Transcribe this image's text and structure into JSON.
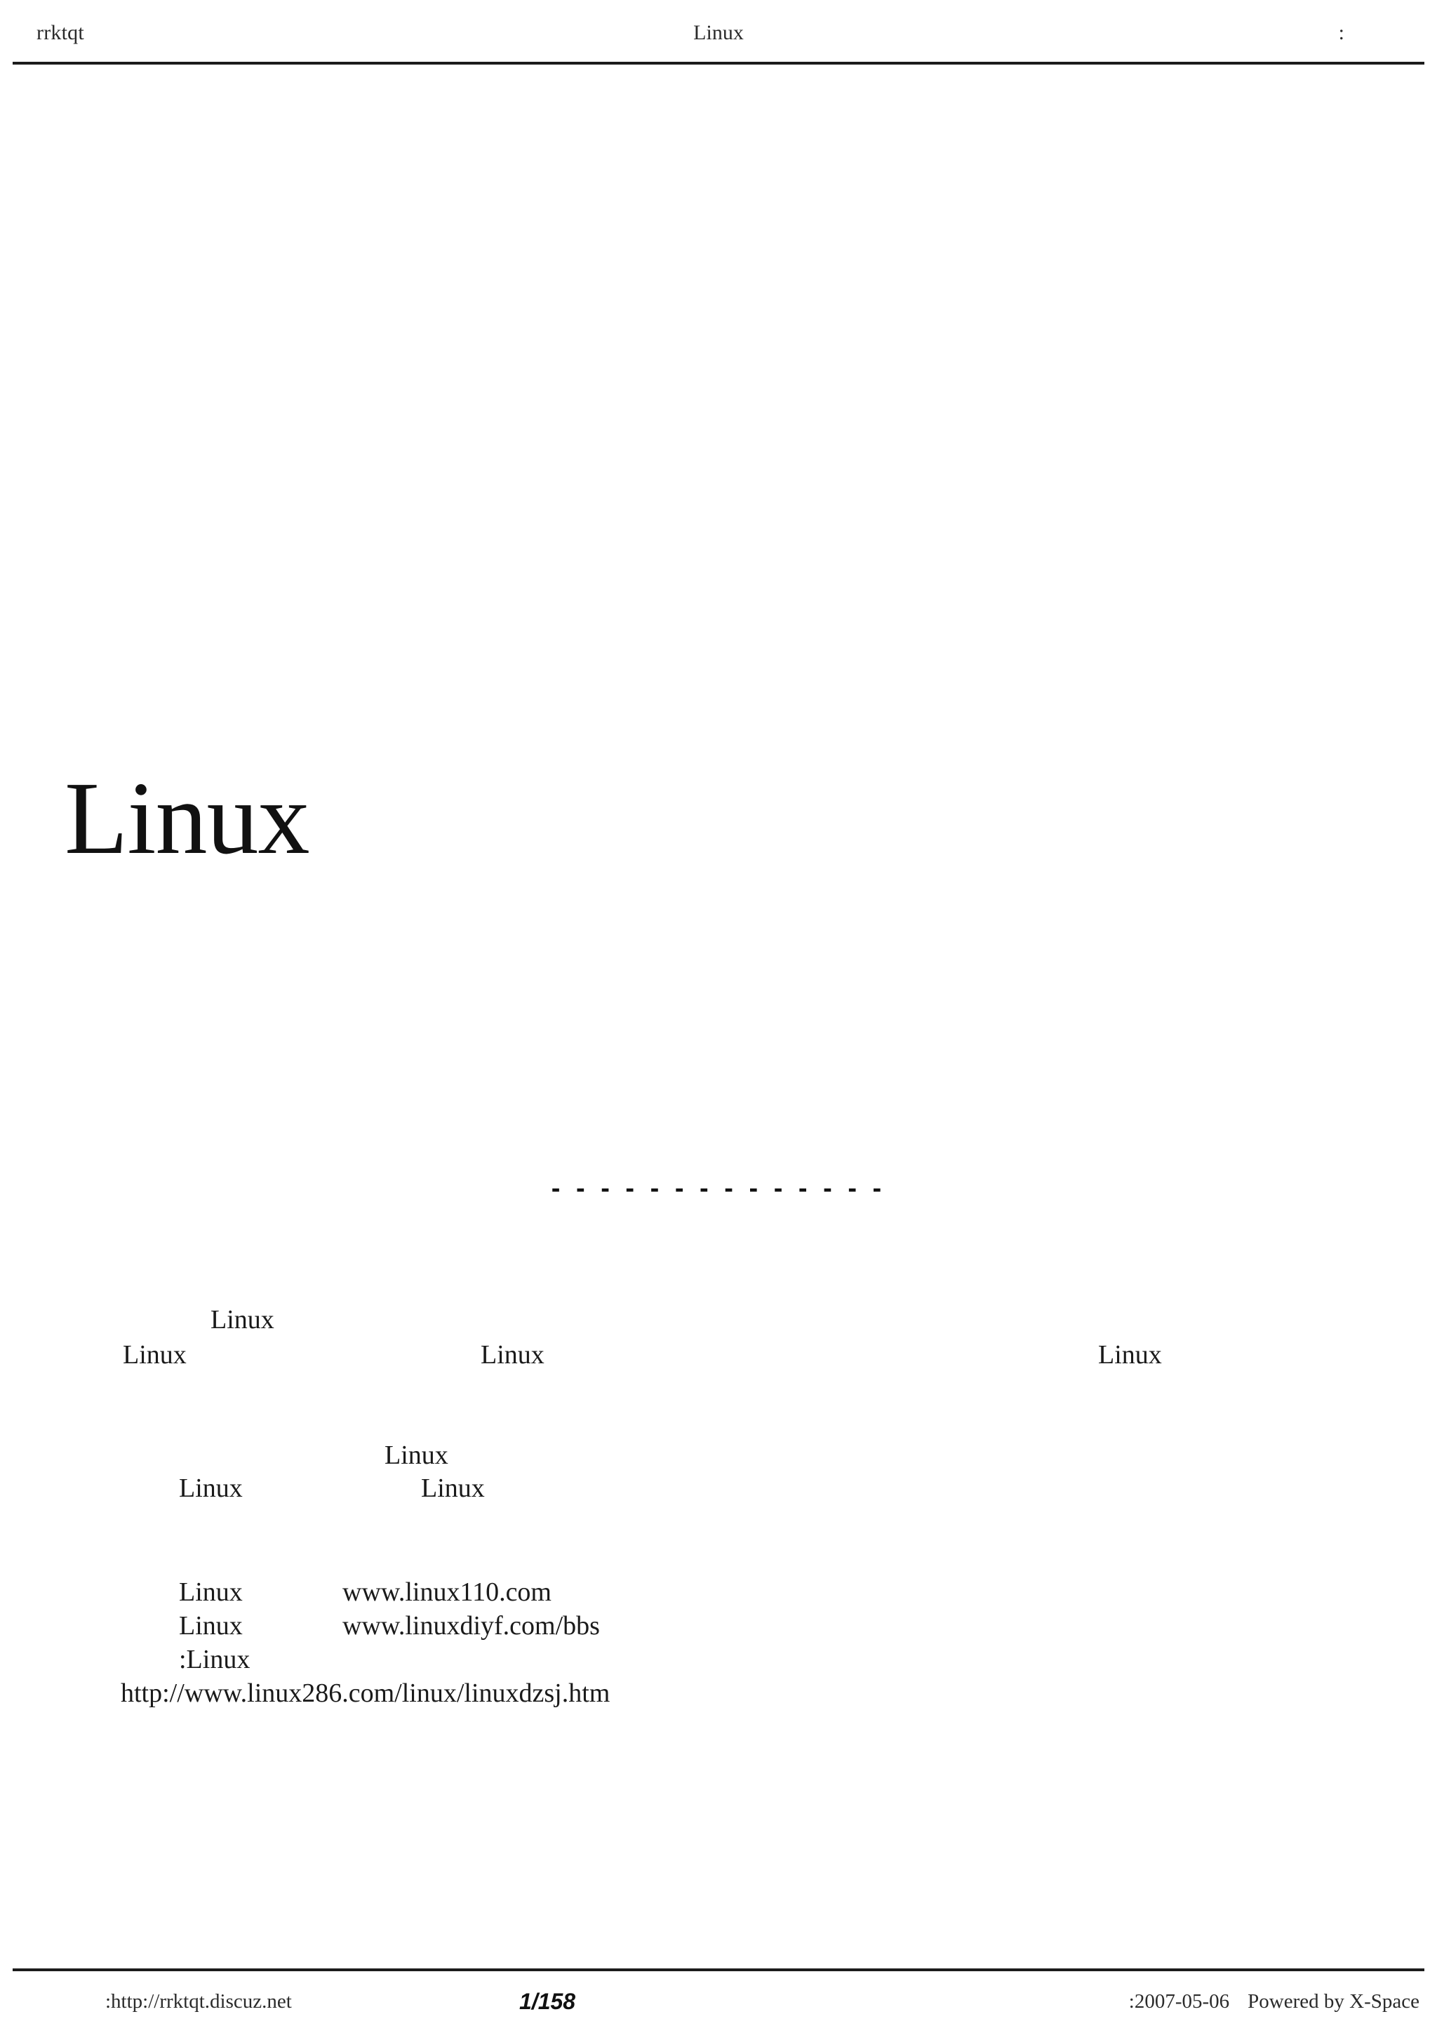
{
  "document": {
    "page_background": "#ffffff",
    "text_color": "#1a1a1a",
    "rule_color": "#1c1c1c"
  },
  "header": {
    "left": "rrktqt",
    "center": "Linux",
    "right": ":"
  },
  "main": {
    "title": "Linux",
    "divider": "- - - - - - - - - - - - - -",
    "intro_lines": [
      {
        "text": "Linux"
      },
      {
        "text": "Linux"
      },
      {
        "text": "Linux"
      },
      {
        "text": "Linux"
      }
    ],
    "section_lines": [
      {
        "text": "Linux"
      },
      {
        "text": "Linux"
      },
      {
        "text": "Linux"
      }
    ],
    "links": [
      {
        "label": "Linux",
        "url": "www.linux110.com"
      },
      {
        "label": "Linux",
        "url": "www.linuxdiyf.com/bbs"
      },
      {
        "label": ":Linux",
        "url": ""
      }
    ],
    "long_url": "http://www.linux286.com/linux/linuxdzsj.htm"
  },
  "footer": {
    "left": ":http://rrktqt.discuz.net",
    "page_number": "1/158",
    "date": ":2007-05-06",
    "powered_by": "Powered by X-Space"
  }
}
